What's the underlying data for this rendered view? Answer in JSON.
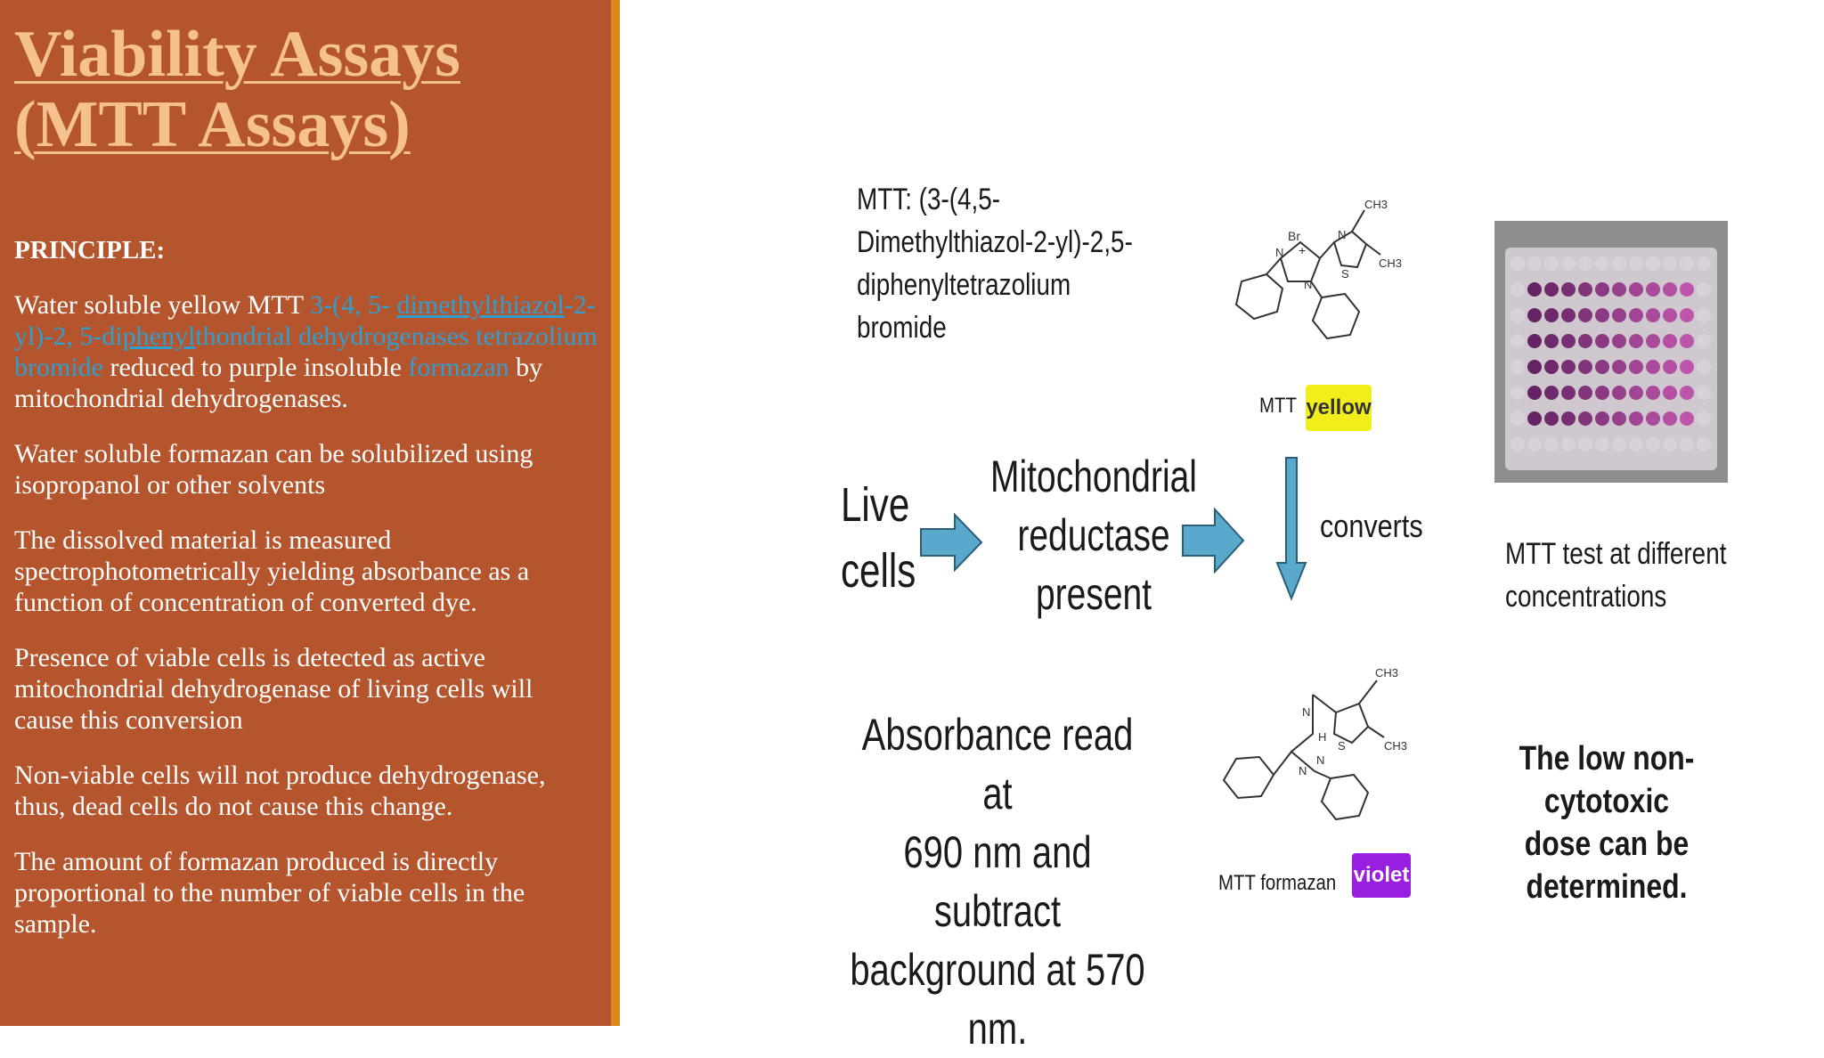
{
  "slide": {
    "title_line1": "Viability Assays",
    "title_line2": "(MTT Assays)",
    "principle_heading": "PRINCIPLE:",
    "p1_before": "Water soluble yellow MTT ",
    "p1_link_a": "3-(4, 5-",
    "p1_link_b": "dimethylthiazol",
    "p1_link_c": "-2-yl)-2, 5-di",
    "p1_link_d": "phenyl",
    "p1_link_e": "thondrial dehydrogenases tetrazolium bromide",
    "p1_middle": " reduced to purple insoluble ",
    "p1_link_f": "formazan",
    "p1_after": " by mitochondrial dehydrogenases.",
    "p2": "Water soluble formazan can be solubilized using isopropanol or other solvents",
    "p3": "The dissolved material is measured spectrophotometrically yielding absorbance as a function of concentration of  converted dye.",
    "p4": "Presence of viable cells is detected as active mitochondrial dehydrogenase of living cells will cause this conversion",
    "p5": "Non-viable cells will not produce dehydrogenase, thus, dead cells do not cause this change.",
    "p6": "The amount of formazan produced is directly proportional to the number of viable cells in the sample."
  },
  "figure": {
    "mtt_name": "MTT: (3-(4,5-Dimethylthiazol-2-yl)-2,5-diphenyltetrazolium bromide",
    "mtt_label": "MTT",
    "yellow_badge": "yellow",
    "live_cells_line1": "Live",
    "live_cells_line2": "cells",
    "enzyme_line1": "Mitochondrial",
    "enzyme_line2": "reductase",
    "enzyme_line3": "present",
    "converts": "converts",
    "absorbance_line1": "Absorbance read at",
    "absorbance_line2": "690 nm and subtract",
    "absorbance_line3": "background at 570 nm.",
    "formazan_label": "MTT formazan",
    "violet_badge": "violet",
    "plate_caption_line1": "MTT test at different",
    "plate_caption_line2": "concentrations",
    "low_dose_line1": "The low non-cytotoxic",
    "low_dose_line2": "dose can be determined.",
    "mol_atom_br": "Br",
    "mol_atom_plus": "+",
    "mol_atom_n": "N",
    "mol_atom_s": "S",
    "mol_atom_ch3": "CH3",
    "mol_atom_h": "H"
  },
  "colors": {
    "panel_bg": "#b5552d",
    "panel_stripe": "#e0861f",
    "title_color": "#f5c28f",
    "link_color": "#2e9fd0",
    "arrow_fill": "#5aa9cc",
    "yellow_badge": "#f2ee1c",
    "violet_badge": "#9a1ee0"
  }
}
